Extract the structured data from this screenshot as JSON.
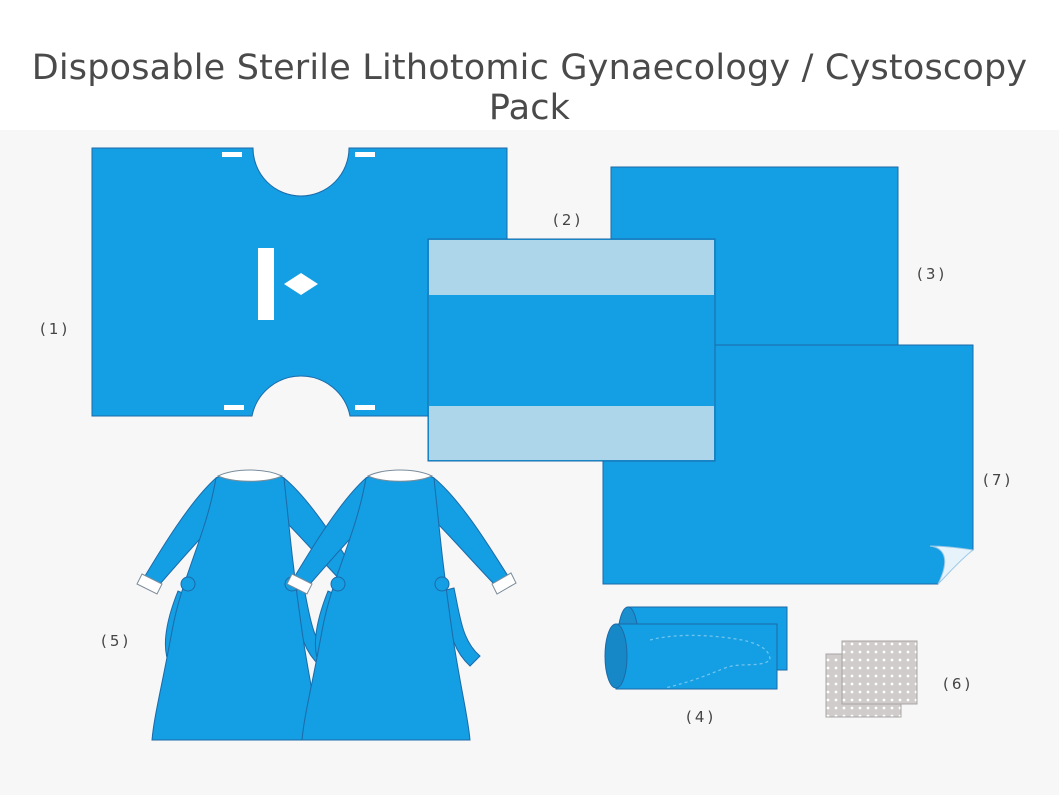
{
  "title": "Disposable Sterile Lithotomic Gynaecology / Cystoscopy Pack",
  "colors": {
    "drape_blue": "#149ee3",
    "drape_outline": "#1c6aa8",
    "stripe_light": "#add6ea",
    "gauze": "#cfcccb",
    "background": "#f7f7f8"
  },
  "items": [
    {
      "label": "(1)",
      "icon": "lithotomy-drape"
    },
    {
      "label": "(2)",
      "icon": "table-cover-with-stripes"
    },
    {
      "label": "(3)",
      "icon": "drape-sheet"
    },
    {
      "label": "(4)",
      "icon": "leggings"
    },
    {
      "label": "(5)",
      "icon": "surgical-gown"
    },
    {
      "label": "(6)",
      "icon": "gauze-swabs"
    },
    {
      "label": "(7)",
      "icon": "drape-sheet-folded-corner"
    }
  ]
}
